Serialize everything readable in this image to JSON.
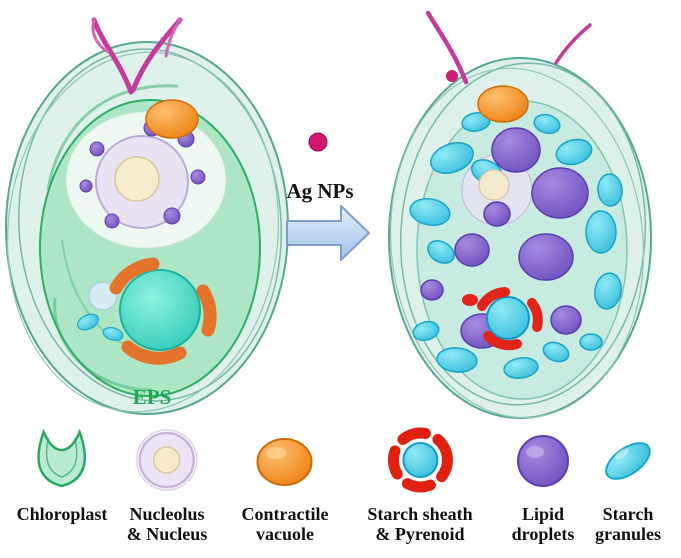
{
  "title": "Algal cell before and after Ag NPs exposure",
  "labels": {
    "eps": "EPS",
    "agnps": "Ag NPs"
  },
  "legend": [
    {
      "icon": "chloroplast-icon",
      "label": "Chloroplast"
    },
    {
      "icon": "nucleolus-nucleus-icon",
      "label": "Nucleolus\n& Nucleus"
    },
    {
      "icon": "contractile-vacuole-icon",
      "label": "Contractile\nvacuole"
    },
    {
      "icon": "starch-sheath-pyrenoid-icon",
      "label": "Starch sheath\n& Pyrenoid"
    },
    {
      "icon": "lipid-droplets-icon",
      "label": "Lipid\ndroplets"
    },
    {
      "icon": "starch-granules-icon",
      "label": "Starch\ngranules"
    }
  ],
  "colors": {
    "eps_text_green": "#1fa957",
    "cell_membrane_teal": "#56a794",
    "chloroplast_green": "#2fad66",
    "nucleus_lavender": "#e9e3f3",
    "nucleolus_cream": "#f6edcf",
    "contractile_vacuole_orange": "#ec7c0c",
    "lipid_droplet_purple": "#6847ba",
    "starch_granule_cyan": "#27b4d8",
    "starch_sheath_red": "#e02010",
    "pyrenoid_teal": "#17c0ab",
    "flagella_magenta": "#c43b9c",
    "ag_np_dot": "#d4156e",
    "arrow_blue": "#9fc0e8",
    "label_text": "#111111"
  }
}
